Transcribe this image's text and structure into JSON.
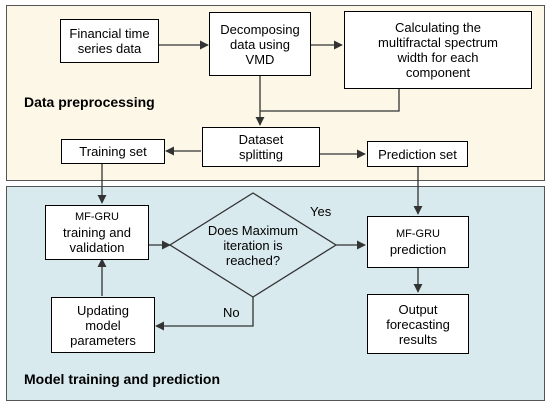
{
  "sections": {
    "data_preprocessing": "Data preprocessing",
    "model_training": "Model training and prediction"
  },
  "boxes": {
    "financial_data": "Financial time\nseries data",
    "decomposing": "Decomposing\ndata using\nVMD",
    "calculating": "Calculating the\nmultifractal spectrum\nwidth for each\ncomponent",
    "dataset_splitting": "Dataset\nsplitting",
    "training_set": "Training set",
    "prediction_set": "Prediction set",
    "mfgru_training_tag": "MF-GRU",
    "mfgru_training": "training and\nvalidation",
    "max_iteration": "Does Maximum\niteration is\nreached?",
    "mfgru_prediction_tag": "MF-GRU",
    "mfgru_prediction": "prediction",
    "updating_params": "Updating\nmodel\nparameters",
    "output_results": "Output\nforecasting\nresults"
  },
  "labels": {
    "yes": "Yes",
    "no": "No"
  }
}
